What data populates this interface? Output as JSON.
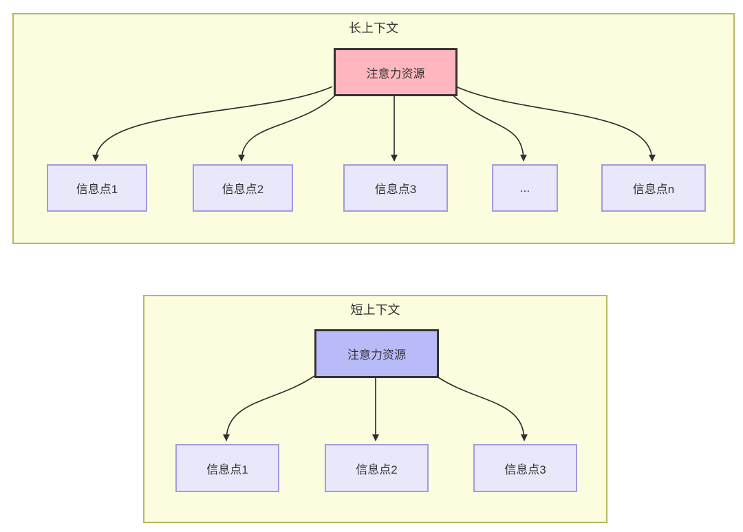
{
  "colors": {
    "page_bg": "#ffffff",
    "panel_fill": "#fcfcdf",
    "panel_border": "#b9b95c",
    "long_hub_fill": "#ffb6be",
    "short_hub_fill": "#b9baf8",
    "hub_border": "#333333",
    "node_fill": "#e8e8fa",
    "node_border": "#a49ade",
    "arrow_color": "#2f2f2f",
    "text_color": "#333333"
  },
  "diagrams": [
    {
      "title": "长上下文",
      "hub_label": "注意力资源",
      "nodes": [
        "信息点1",
        "信息点2",
        "信息点3",
        "...",
        "信息点n"
      ]
    },
    {
      "title": "短上下文",
      "hub_label": "注意力资源",
      "nodes": [
        "信息点1",
        "信息点2",
        "信息点3"
      ]
    }
  ]
}
